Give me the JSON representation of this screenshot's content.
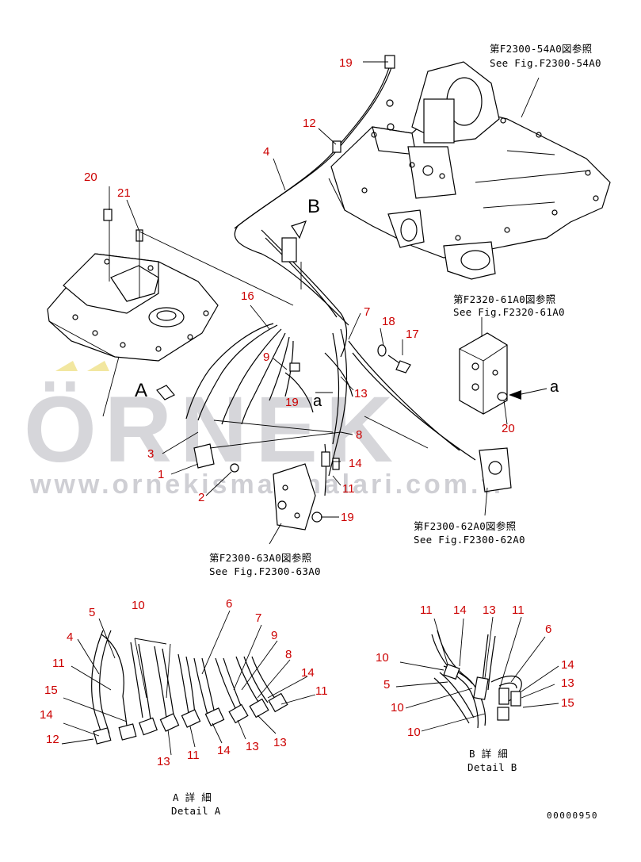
{
  "references": {
    "f2300_54a0_jp": "第F2300-54A0図参照",
    "f2300_54a0_en": "See Fig.F2300-54A0",
    "f2320_61a0_jp": "第F2320-61A0図参照",
    "f2320_61a0_en": "See Fig.F2320-61A0",
    "f2300_62a0_jp": "第F2300-62A0図参照",
    "f2300_62a0_en": "See Fig.F2300-62A0",
    "f2300_63a0_jp": "第F2300-63A0図参照",
    "f2300_63a0_en": "See Fig.F2300-63A0"
  },
  "view_letters": {
    "a_upper": "A",
    "b_upper": "B",
    "a_lower_1": "a",
    "a_lower_2": "a"
  },
  "details": {
    "a_jp": "A 詳 細",
    "a_en": "Detail A",
    "b_jp": "B 詳 細",
    "b_en": "Detail B"
  },
  "watermark": {
    "brand": "ÖRNEK",
    "url": "www.ornekismakinalari.com.tr"
  },
  "figure_number": "00000950",
  "callouts": {
    "top": {
      "c19a": "19",
      "c12": "12",
      "c4": "4",
      "c20": "20",
      "c21": "21",
      "c16": "16",
      "c7": "7",
      "c18": "18",
      "c17": "17",
      "c9": "9",
      "c13": "13",
      "c19b": "19",
      "c8": "8",
      "c3": "3",
      "c1": "1",
      "c2": "2",
      "c14": "14",
      "c11": "11",
      "c19c": "19",
      "c20b": "20"
    },
    "detail_a": {
      "c5": "5",
      "c10": "10",
      "c6": "6",
      "c7": "7",
      "c4": "4",
      "c9": "9",
      "c8": "8",
      "c11a": "11",
      "c14a": "14",
      "c15": "15",
      "c11b": "11",
      "c14b": "14",
      "c12": "12",
      "c13a": "13",
      "c11c": "11",
      "c14c": "14",
      "c13b": "13",
      "c13c": "13"
    },
    "detail_b": {
      "c11a": "11",
      "c14a": "14",
      "c13a": "13",
      "c11b": "11",
      "c10a": "10",
      "c6": "6",
      "c5": "5",
      "c14b": "14",
      "c13b": "13",
      "c10b": "10",
      "c15": "15",
      "c10c": "10"
    }
  }
}
